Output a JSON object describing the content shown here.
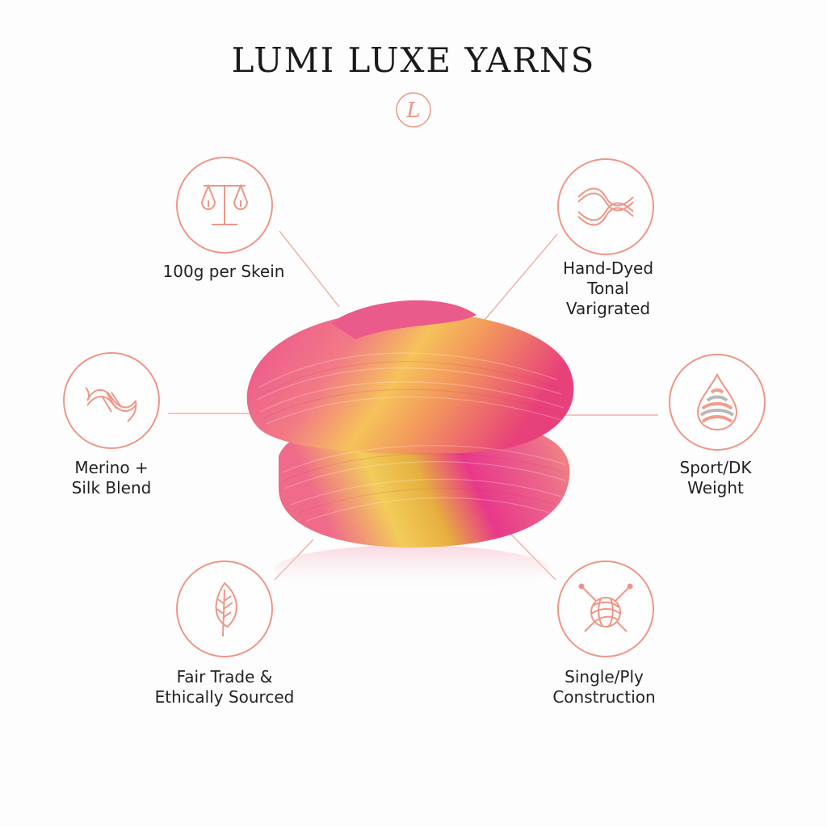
{
  "brand": {
    "title": "LUMI LUXE YARNS",
    "monogram_letter": "L"
  },
  "colors": {
    "accent": "#ee9686",
    "text": "#222222"
  },
  "product_image": {
    "icon": "yarn-skein-image"
  },
  "features": [
    {
      "id": "weight",
      "icon": "balance-scale-icon",
      "lines": [
        "100g per Skein"
      ]
    },
    {
      "id": "dye",
      "icon": "braid-icon",
      "lines": [
        "Hand-Dyed",
        "Tonal",
        "Varigrated"
      ]
    },
    {
      "id": "fiber",
      "icon": "twisted-yarn-icon",
      "lines": [
        "Merino +",
        "Silk Blend"
      ]
    },
    {
      "id": "yarn-weight",
      "icon": "drop-icon",
      "lines": [
        "Sport/DK",
        "Weight"
      ]
    },
    {
      "id": "ethics",
      "icon": "leaf-icon",
      "lines": [
        "Fair Trade &",
        "Ethically Sourced"
      ]
    },
    {
      "id": "construction",
      "icon": "yarn-ball-needles-icon",
      "lines": [
        "Single/Ply",
        "Construction"
      ]
    }
  ]
}
